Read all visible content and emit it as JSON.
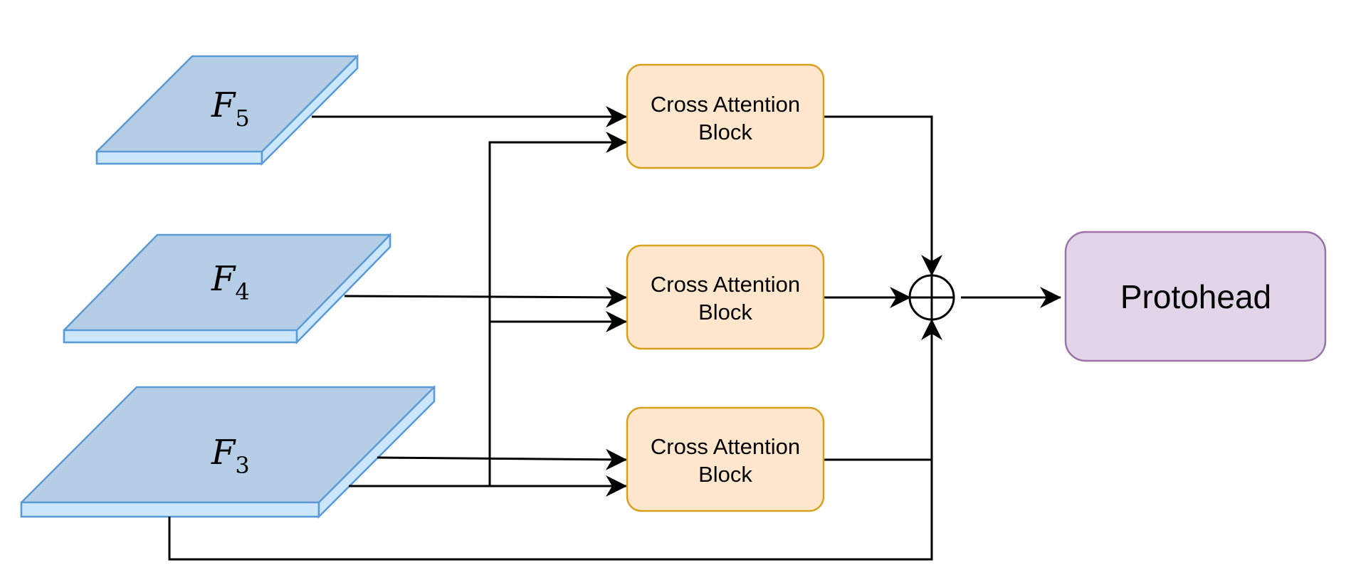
{
  "features": [
    {
      "id": "f5",
      "letter": "F",
      "sub": "5"
    },
    {
      "id": "f4",
      "letter": "F",
      "sub": "4"
    },
    {
      "id": "f3",
      "letter": "F",
      "sub": "3"
    }
  ],
  "blocks": [
    {
      "line1": "Cross Attention",
      "line2": "Block"
    },
    {
      "line1": "Cross Attention",
      "line2": "Block"
    },
    {
      "line1": "Cross Attention",
      "line2": "Block"
    }
  ],
  "head": {
    "label": "Protohead"
  },
  "colors": {
    "feature_top": "#b6cde6",
    "feature_side": "#cce6fb",
    "feature_stroke": "#5b9bd5",
    "block_fill": "#ffe6cc",
    "block_stroke": "#d6a21d",
    "head_fill": "#e1d5e7",
    "head_stroke": "#9b72aa",
    "wire": "#000000"
  }
}
